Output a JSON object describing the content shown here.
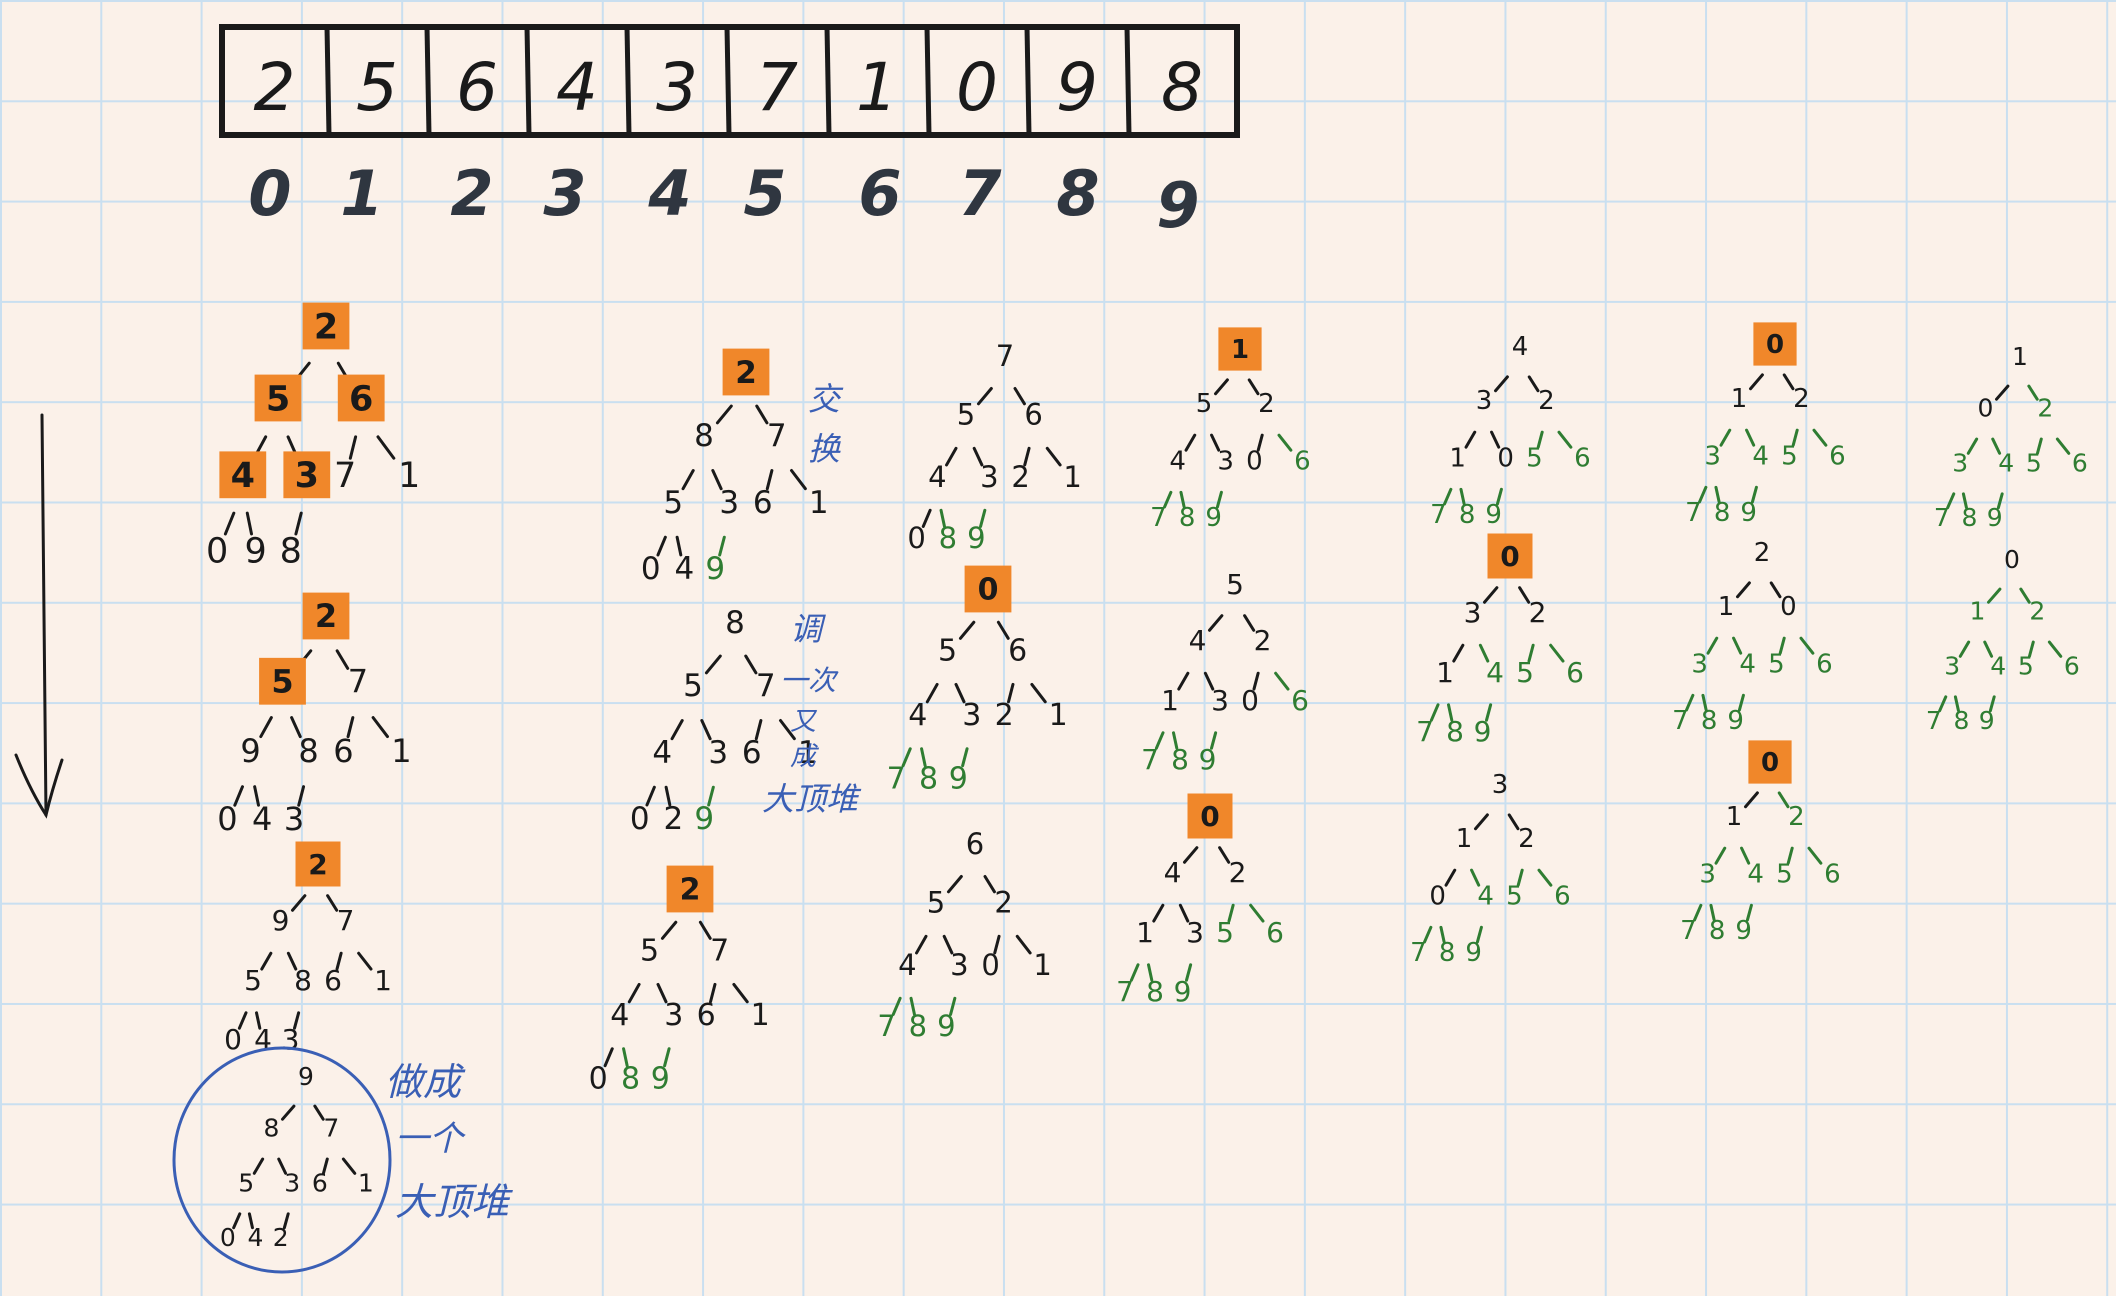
{
  "array": {
    "values": [
      "2",
      "5",
      "6",
      "4",
      "3",
      "7",
      "1",
      "0",
      "9",
      "8"
    ],
    "indices": [
      "0",
      "1",
      "2",
      "3",
      "4",
      "5",
      "6",
      "7",
      "8",
      "9"
    ]
  },
  "notes": {
    "swap": [
      "交",
      "换"
    ],
    "adjust": [
      "调",
      "一次",
      "又",
      "成",
      "大顶堆"
    ],
    "made": [
      "做成",
      "一个",
      "大顶堆"
    ]
  },
  "colors": {
    "highlight": "#f0872a",
    "black": "#1a1a1a",
    "green": "#2f7d32",
    "note": "#3a5fb5",
    "grid": "#c9dff0"
  },
  "trees": [
    {
      "nodes": [
        [
          "2",
          "k",
          1
        ],
        [
          "5",
          "k",
          1
        ],
        [
          "6",
          "k",
          1
        ],
        [
          "4",
          "k",
          1
        ],
        [
          "3",
          "k",
          1
        ],
        [
          "7",
          "k",
          0
        ],
        [
          "1",
          "k",
          0
        ],
        [
          "0",
          "k",
          0
        ],
        [
          "9",
          "k",
          0
        ],
        [
          "8",
          "k",
          0
        ]
      ]
    },
    {
      "nodes": [
        [
          "2",
          "k",
          1
        ],
        [
          "5",
          "k",
          1
        ],
        [
          "7",
          "k",
          0
        ],
        [
          "9",
          "k",
          0
        ],
        [
          "8",
          "k",
          0
        ],
        [
          "6",
          "k",
          0
        ],
        [
          "1",
          "k",
          0
        ],
        [
          "0",
          "k",
          0
        ],
        [
          "4",
          "k",
          0
        ],
        [
          "3",
          "k",
          0
        ]
      ]
    },
    {
      "nodes": [
        [
          "2",
          "k",
          1
        ],
        [
          "9",
          "k",
          0
        ],
        [
          "7",
          "k",
          0
        ],
        [
          "5",
          "k",
          0
        ],
        [
          "8",
          "k",
          0
        ],
        [
          "6",
          "k",
          0
        ],
        [
          "1",
          "k",
          0
        ],
        [
          "0",
          "k",
          0
        ],
        [
          "4",
          "k",
          0
        ],
        [
          "3",
          "k",
          0
        ]
      ]
    },
    {
      "nodes": [
        [
          "9",
          "k",
          0
        ],
        [
          "8",
          "k",
          0
        ],
        [
          "7",
          "k",
          0
        ],
        [
          "5",
          "k",
          0
        ],
        [
          "3",
          "k",
          0
        ],
        [
          "6",
          "k",
          0
        ],
        [
          "1",
          "k",
          0
        ],
        [
          "0",
          "k",
          0
        ],
        [
          "4",
          "k",
          0
        ],
        [
          "2",
          "k",
          0
        ]
      ]
    },
    {
      "nodes": [
        [
          "2",
          "k",
          1
        ],
        [
          "8",
          "k",
          0
        ],
        [
          "7",
          "k",
          0
        ],
        [
          "5",
          "k",
          0
        ],
        [
          "3",
          "k",
          0
        ],
        [
          "6",
          "k",
          0
        ],
        [
          "1",
          "k",
          0
        ],
        [
          "0",
          "k",
          0
        ],
        [
          "4",
          "k",
          0
        ],
        [
          "9",
          "g",
          0
        ]
      ]
    },
    {
      "nodes": [
        [
          "8",
          "k",
          0
        ],
        [
          "5",
          "k",
          0
        ],
        [
          "7",
          "k",
          0
        ],
        [
          "4",
          "k",
          0
        ],
        [
          "3",
          "k",
          0
        ],
        [
          "6",
          "k",
          0
        ],
        [
          "1",
          "k",
          0
        ],
        [
          "0",
          "k",
          0
        ],
        [
          "2",
          "k",
          0
        ],
        [
          "9",
          "g",
          0
        ]
      ]
    },
    {
      "nodes": [
        [
          "2",
          "k",
          1
        ],
        [
          "5",
          "k",
          0
        ],
        [
          "7",
          "k",
          0
        ],
        [
          "4",
          "k",
          0
        ],
        [
          "3",
          "k",
          0
        ],
        [
          "6",
          "k",
          0
        ],
        [
          "1",
          "k",
          0
        ],
        [
          "0",
          "k",
          0
        ],
        [
          "8",
          "g",
          0
        ],
        [
          "9",
          "g",
          0
        ]
      ]
    },
    {
      "nodes": [
        [
          "7",
          "k",
          0
        ],
        [
          "5",
          "k",
          0
        ],
        [
          "6",
          "k",
          0
        ],
        [
          "4",
          "k",
          0
        ],
        [
          "3",
          "k",
          0
        ],
        [
          "2",
          "k",
          0
        ],
        [
          "1",
          "k",
          0
        ],
        [
          "0",
          "k",
          0
        ],
        [
          "8",
          "g",
          0
        ],
        [
          "9",
          "g",
          0
        ]
      ]
    },
    {
      "nodes": [
        [
          "0",
          "k",
          1
        ],
        [
          "5",
          "k",
          0
        ],
        [
          "6",
          "k",
          0
        ],
        [
          "4",
          "k",
          0
        ],
        [
          "3",
          "k",
          0
        ],
        [
          "2",
          "k",
          0
        ],
        [
          "1",
          "k",
          0
        ],
        [
          "7",
          "g",
          0
        ],
        [
          "8",
          "g",
          0
        ],
        [
          "9",
          "g",
          0
        ]
      ]
    },
    {
      "nodes": [
        [
          "6",
          "k",
          0
        ],
        [
          "5",
          "k",
          0
        ],
        [
          "2",
          "k",
          0
        ],
        [
          "4",
          "k",
          0
        ],
        [
          "3",
          "k",
          0
        ],
        [
          "0",
          "k",
          0
        ],
        [
          "1",
          "k",
          0
        ],
        [
          "7",
          "g",
          0
        ],
        [
          "8",
          "g",
          0
        ],
        [
          "9",
          "g",
          0
        ]
      ]
    },
    {
      "nodes": [
        [
          "1",
          "k",
          1
        ],
        [
          "5",
          "k",
          0
        ],
        [
          "2",
          "k",
          0
        ],
        [
          "4",
          "k",
          0
        ],
        [
          "3",
          "k",
          0
        ],
        [
          "0",
          "k",
          0
        ],
        [
          "6",
          "g",
          0
        ],
        [
          "7",
          "g",
          0
        ],
        [
          "8",
          "g",
          0
        ],
        [
          "9",
          "g",
          0
        ]
      ]
    },
    {
      "nodes": [
        [
          "5",
          "k",
          0
        ],
        [
          "4",
          "k",
          0
        ],
        [
          "2",
          "k",
          0
        ],
        [
          "1",
          "k",
          0
        ],
        [
          "3",
          "k",
          0
        ],
        [
          "0",
          "k",
          0
        ],
        [
          "6",
          "g",
          0
        ],
        [
          "7",
          "g",
          0
        ],
        [
          "8",
          "g",
          0
        ],
        [
          "9",
          "g",
          0
        ]
      ]
    },
    {
      "nodes": [
        [
          "0",
          "k",
          1
        ],
        [
          "4",
          "k",
          0
        ],
        [
          "2",
          "k",
          0
        ],
        [
          "1",
          "k",
          0
        ],
        [
          "3",
          "k",
          0
        ],
        [
          "5",
          "g",
          0
        ],
        [
          "6",
          "g",
          0
        ],
        [
          "7",
          "g",
          0
        ],
        [
          "8",
          "g",
          0
        ],
        [
          "9",
          "g",
          0
        ]
      ]
    },
    {
      "nodes": [
        [
          "4",
          "k",
          0
        ],
        [
          "3",
          "k",
          0
        ],
        [
          "2",
          "k",
          0
        ],
        [
          "1",
          "k",
          0
        ],
        [
          "0",
          "k",
          0
        ],
        [
          "5",
          "g",
          0
        ],
        [
          "6",
          "g",
          0
        ],
        [
          "7",
          "g",
          0
        ],
        [
          "8",
          "g",
          0
        ],
        [
          "9",
          "g",
          0
        ]
      ]
    },
    {
      "nodes": [
        [
          "0",
          "k",
          1
        ],
        [
          "3",
          "k",
          0
        ],
        [
          "2",
          "k",
          0
        ],
        [
          "1",
          "k",
          0
        ],
        [
          "4",
          "g",
          0
        ],
        [
          "5",
          "g",
          0
        ],
        [
          "6",
          "g",
          0
        ],
        [
          "7",
          "g",
          0
        ],
        [
          "8",
          "g",
          0
        ],
        [
          "9",
          "g",
          0
        ]
      ]
    },
    {
      "nodes": [
        [
          "3",
          "k",
          0
        ],
        [
          "1",
          "k",
          0
        ],
        [
          "2",
          "k",
          0
        ],
        [
          "0",
          "k",
          0
        ],
        [
          "4",
          "g",
          0
        ],
        [
          "5",
          "g",
          0
        ],
        [
          "6",
          "g",
          0
        ],
        [
          "7",
          "g",
          0
        ],
        [
          "8",
          "g",
          0
        ],
        [
          "9",
          "g",
          0
        ]
      ]
    },
    {
      "nodes": [
        [
          "0",
          "k",
          1
        ],
        [
          "1",
          "k",
          0
        ],
        [
          "2",
          "k",
          0
        ],
        [
          "3",
          "g",
          0
        ],
        [
          "4",
          "g",
          0
        ],
        [
          "5",
          "g",
          0
        ],
        [
          "6",
          "g",
          0
        ],
        [
          "7",
          "g",
          0
        ],
        [
          "8",
          "g",
          0
        ],
        [
          "9",
          "g",
          0
        ]
      ]
    },
    {
      "nodes": [
        [
          "2",
          "k",
          0
        ],
        [
          "1",
          "k",
          0
        ],
        [
          "0",
          "k",
          0
        ],
        [
          "3",
          "g",
          0
        ],
        [
          "4",
          "g",
          0
        ],
        [
          "5",
          "g",
          0
        ],
        [
          "6",
          "g",
          0
        ],
        [
          "7",
          "g",
          0
        ],
        [
          "8",
          "g",
          0
        ],
        [
          "9",
          "g",
          0
        ]
      ]
    },
    {
      "nodes": [
        [
          "0",
          "k",
          1
        ],
        [
          "1",
          "k",
          0
        ],
        [
          "2",
          "g",
          0
        ],
        [
          "3",
          "g",
          0
        ],
        [
          "4",
          "g",
          0
        ],
        [
          "5",
          "g",
          0
        ],
        [
          "6",
          "g",
          0
        ],
        [
          "7",
          "g",
          0
        ],
        [
          "8",
          "g",
          0
        ],
        [
          "9",
          "g",
          0
        ]
      ]
    },
    {
      "nodes": [
        [
          "1",
          "k",
          0
        ],
        [
          "0",
          "k",
          0
        ],
        [
          "2",
          "g",
          0
        ],
        [
          "3",
          "g",
          0
        ],
        [
          "4",
          "g",
          0
        ],
        [
          "5",
          "g",
          0
        ],
        [
          "6",
          "g",
          0
        ],
        [
          "7",
          "g",
          0
        ],
        [
          "8",
          "g",
          0
        ],
        [
          "9",
          "g",
          0
        ]
      ]
    },
    {
      "nodes": [
        [
          "0",
          "k",
          0
        ],
        [
          "1",
          "g",
          0
        ],
        [
          "2",
          "g",
          0
        ],
        [
          "3",
          "g",
          0
        ],
        [
          "4",
          "g",
          0
        ],
        [
          "5",
          "g",
          0
        ],
        [
          "6",
          "g",
          0
        ],
        [
          "7",
          "g",
          0
        ],
        [
          "8",
          "g",
          0
        ],
        [
          "9",
          "g",
          0
        ]
      ]
    }
  ]
}
